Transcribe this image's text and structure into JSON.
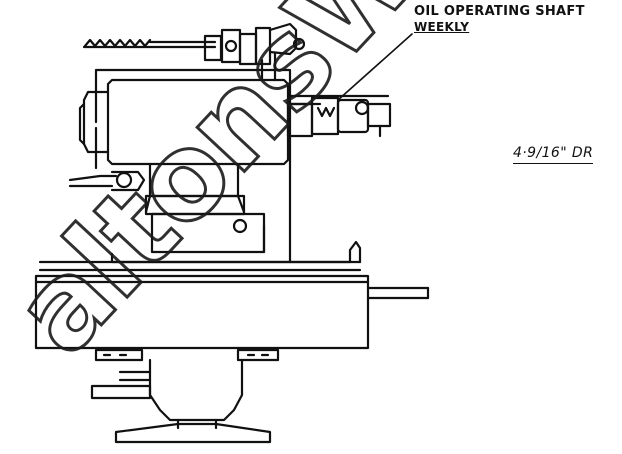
{
  "labels": {
    "oil_operating_shaft": "OIL OPERATING SHAFT",
    "weekly": "WEEKLY",
    "dimension": "4·9/16\" DR"
  },
  "watermark": {
    "text": "altonsWar"
  },
  "colors": {
    "ink": "#111111",
    "paper": "#ffffff"
  }
}
